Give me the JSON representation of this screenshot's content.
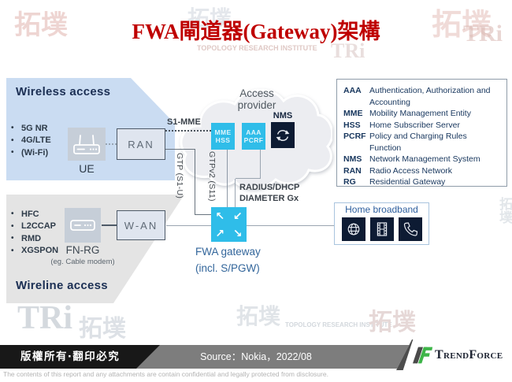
{
  "title": "FWA閘道器(Gateway)架構",
  "watermark": {
    "cjk": "拓墣",
    "latin": "TRi",
    "institute": "TOPOLOGY RESEARCH INSTITUTE"
  },
  "colors": {
    "cyan": "#2fbde9",
    "navy": "#0d1b33",
    "title_red": "#bf0000",
    "panel_blue": "#cadcf2",
    "panel_gray": "#e4e4e4",
    "label_blue": "#33669b"
  },
  "wireless": {
    "heading": "Wireless access",
    "bullets": [
      "5G NR",
      "4G/LTE",
      "(Wi-Fi)"
    ],
    "ue_label": "UE",
    "ran_label": "RAN"
  },
  "wireline": {
    "heading": "Wireline access",
    "bullets": [
      "HFC",
      "L2CCAP",
      "RMD",
      "XGSPON"
    ],
    "fnrg_label": "FN-RG",
    "fnrg_note": "(eg. Cable modem)",
    "wan_label": "W-AN"
  },
  "cloud": {
    "label": "Access provider",
    "nms_label": "NMS",
    "nodes": [
      {
        "line1": "MME",
        "line2": "HSS"
      },
      {
        "line1": "AAA",
        "line2": "PCRF"
      }
    ]
  },
  "links": {
    "s1_mme": "S1-MME",
    "gtp_s1u": "GTP (S1-U)",
    "gtpv2_s11": "GTPv2 (S11)",
    "radius_line1": "RADIUS/DHCP",
    "radius_line2": "DIAMETER Gx"
  },
  "gateway": {
    "label": "FWA gateway",
    "sublabel": "(incl. S/PGW)",
    "arrows": [
      "↖",
      "↙",
      "↗",
      "↘"
    ]
  },
  "home_broadband": {
    "label": "Home broadband"
  },
  "legend": {
    "rows": [
      {
        "abbr": "AAA",
        "desc": "Authentication, Authorization and Accounting"
      },
      {
        "abbr": "MME",
        "desc": "Mobility Management Entity"
      },
      {
        "abbr": "HSS",
        "desc": "Home Subscriber Server"
      },
      {
        "abbr": "PCRF",
        "desc": "Policy and Charging Rules Function"
      },
      {
        "abbr": "NMS",
        "desc": "Network Management System"
      },
      {
        "abbr": "RAN",
        "desc": "Radio Access Network"
      },
      {
        "abbr": "RG",
        "desc": "Residential Gateway"
      }
    ]
  },
  "footer": {
    "copyright": "版權所有‧翻印必究",
    "source": "Source：Nokia，2022/08",
    "brand": "TrendForce",
    "disclaimer": "The contents of this report and any attachments are contain confidential and legally protected from disclosure."
  }
}
